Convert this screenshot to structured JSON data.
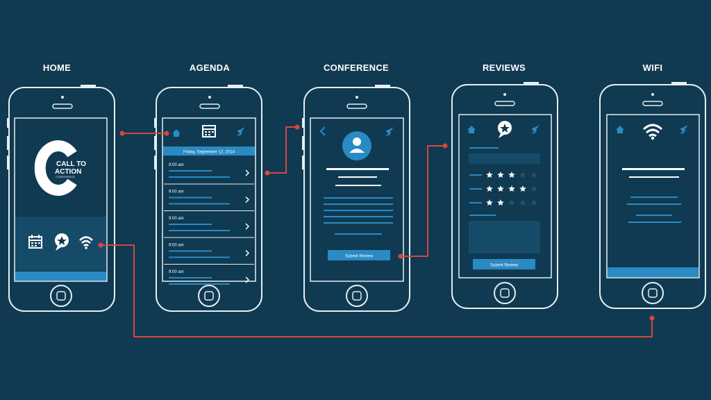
{
  "screens": {
    "home": {
      "title": "HOME",
      "logo_line1": "CALL TO",
      "logo_line2": "ACTION",
      "logo_line3": "CONFERENCE"
    },
    "agenda": {
      "title": "AGENDA",
      "date_bar": "Friday, September 12, 2014",
      "items": [
        {
          "time": "9:00 am"
        },
        {
          "time": "9:00 am"
        },
        {
          "time": "9:00 am"
        },
        {
          "time": "9:00 am"
        },
        {
          "time": "9:00 am"
        }
      ]
    },
    "conference": {
      "title": "CONFERENCE",
      "submit_label": "Submit Review"
    },
    "reviews": {
      "title": "REVIEWS",
      "ratings": [
        3,
        4,
        2
      ],
      "max_stars": 5,
      "submit_label": "Submit Review"
    },
    "wifi": {
      "title": "WIFI"
    }
  },
  "colors": {
    "background": "#0f3a52",
    "accent_blue": "#2a8ac4",
    "link_red": "#d9463a",
    "outline": "#e8eef2"
  }
}
